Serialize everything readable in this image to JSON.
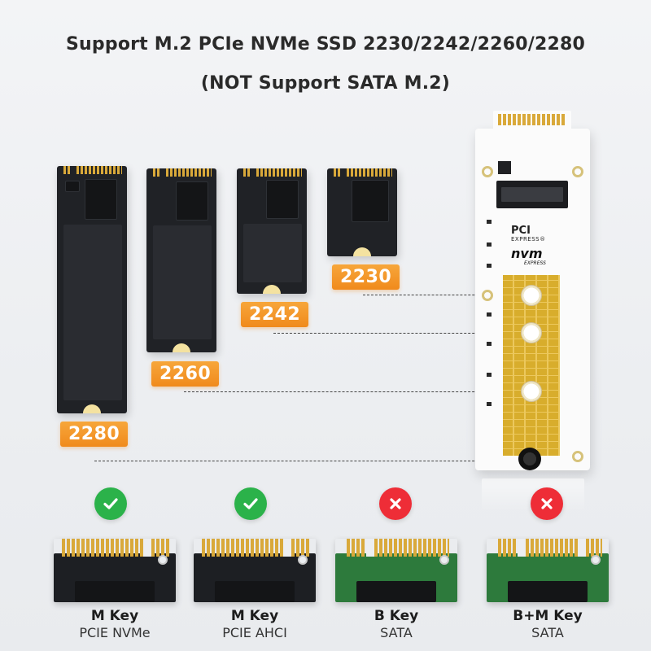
{
  "header": {
    "title_line1": "Support M.2 PCIe NVMe SSD 2230/2242/2260/2280",
    "title_line2": "(NOT Support SATA M.2)"
  },
  "ssd_sizes": [
    {
      "label": "2230"
    },
    {
      "label": "2242"
    },
    {
      "label": "2260"
    },
    {
      "label": "2280"
    }
  ],
  "adapter": {
    "logo_pci": "PCI",
    "logo_express": "EXPRESS®",
    "logo_nvm": "nvm",
    "logo_express2": "EXPRESS"
  },
  "keys": [
    {
      "name": "M Key",
      "protocol": "PCIE NVMe",
      "supported": true,
      "status_icon": "check-icon"
    },
    {
      "name": "M Key",
      "protocol": "PCIE AHCI",
      "supported": true,
      "status_icon": "check-icon"
    },
    {
      "name": "B Key",
      "protocol": "SATA",
      "supported": false,
      "status_icon": "cross-icon"
    },
    {
      "name": "B+M Key",
      "protocol": "SATA",
      "supported": false,
      "status_icon": "cross-icon"
    }
  ],
  "colors": {
    "tag_orange": "#f08a1c",
    "supported_green": "#2bb24a",
    "unsupported_red": "#ee2d37",
    "nvme_pcb": "#1d1f23",
    "sata_pcb": "#2d7a3c",
    "pad_gold": "#d8ad2c"
  }
}
